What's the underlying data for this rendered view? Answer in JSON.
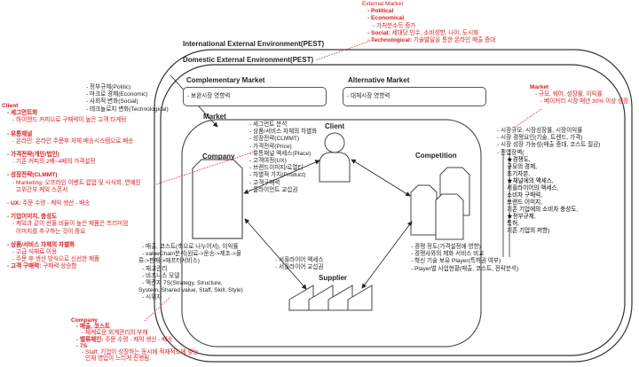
{
  "external_market": {
    "title": "External Market",
    "items": [
      {
        "label": "- Political",
        "text": ""
      },
      {
        "label": "- Economical",
        "text": ""
      },
      {
        "label": "",
        "text": "- 가처분소득 증가",
        "sub": true
      },
      {
        "label": "- Social:",
        "text": " 세대당 인수, 소비성향, 나이, 도시화"
      },
      {
        "label": "- Technological:",
        "text": " 기술발달을 통한 온라인 매출 증대"
      }
    ]
  },
  "environment": {
    "international": "International External Environment(PEST)",
    "domestic": "Domestic External Environment(PEST)",
    "pest_list": [
      "- 정부규제(Politic)",
      "- 마크로 경제(Economic)",
      "- 사회적 변화(Social)",
      "- 테크놀로지 변화(Technological)"
    ]
  },
  "complementary": {
    "title": "Complementary Market",
    "text": "- 보완시장 영향력"
  },
  "alternative": {
    "title": "Alternative Market",
    "text": "- 대체시장 영향력"
  },
  "market": {
    "title": "Market",
    "nodes": {
      "company": "Company",
      "client": "Client",
      "competition": "Competition",
      "supplier": "Supplier"
    },
    "client_factors": [
      "- 세그먼트 분석",
      "- 상품/서비스 자체의 차별화",
      "- 성장전략(CLMMT)",
      "- 가격전략(Price)",
      "- 유통채널 액세스(Place)",
      "- 고객여정(UX)",
      "- 브랜드이미지/로열티",
      "- 차별적 가치(Product)",
      "- 고객구매력",
      "- 클라이언트 교섭권"
    ],
    "company_factors": [
      "- 매출, 코스트(축으로 나누어서), 이익률",
      "- valueChain분석(원료->운송->제조->물",
      "류->판매->애프터서비스)",
      "- 재고관리",
      "- 비즈니스 모델",
      "- 맥킨지 7S(Strategy, Structure,",
      "System, Shared value, Staff, Skill, Style)",
      "- 시위자"
    ],
    "supplier_factors": [
      "- 서플라이어 액세스",
      "- 서플라이어 교섭권"
    ],
    "competition_factors": [
      "- 경쟁 정도(가격설정에 영향)",
      "- 경쟁사와의 제화 서비스 비교",
      "- 혁신 기술 보유 Player(특허권 여부)",
      "- Player별 사업현황(매출, 코스트, 전략분석)"
    ]
  },
  "market_metrics": {
    "list": [
      "- 시장규모, 시장성장률, 시장이익률",
      "- 시장 경쟁요인(기술, 트렌드, 가격)",
      "- 시장 성장 가능성(매출 증대, 코스트 절감)",
      "- 진입장벽("
    ],
    "barriers": [
      "★경쟁도,",
      "규모의 경제,",
      "초기자본,",
      "★채널에의 액세스,",
      "서플라이어의 액세스,",
      "소비자 구매력,",
      "브랜드 이미지,",
      "기존 기업에의 소비자 충성도,",
      "★정부규제,",
      "특허,",
      "기존 기업의 저항)"
    ]
  },
  "market_note": {
    "title": "Market",
    "items": [
      "- 규모, 쉐어, 성장률, 이익률",
      "- 베이커리 시장 매년 30% 이상 성장"
    ]
  },
  "client_note": {
    "title": "Client",
    "groups": [
      {
        "head": "- 세그먼트화",
        "lines": [
          "- 하이엔드 커피으로 구매력이 높은 고객 타게팅"
        ]
      },
      {
        "head": "- 유통채널",
        "lines": [
          "- 온라인: 온라인 주문후 자체 배송시스템으로 배송"
        ]
      },
      {
        "head": "- 가격전략(개인/법인)",
        "lines": [
          "- 기존 커피의 2배~4배의 가격설정"
        ]
      },
      {
        "head": "- 성장전략(CLMMT)",
        "lines": [
          "- Marketing: 오프라인 이벤트 팝업 및 시식회, 연예인",
          "  고위간부 케잌 스폰서"
        ]
      },
      {
        "head": "- UX:",
        "inline": " 주문 수령 - 케익 생산 - 배송",
        "lines": []
      },
      {
        "head": "- 기업이미지, 충성도",
        "lines": [
          "- 케잌과 같이 선물 비율이 높은 제품은 프리미엄",
          "  이미지를 추구하는 것이 중요"
        ]
      },
      {
        "head": "- 상품/서비스 자체의 차별화",
        "lines": [
          "- 고급 식재료 이용",
          "- 주문 후 생산 방식으로 신선한 제품"
        ]
      },
      {
        "head": "- 고객 구매력:",
        "inline": " 구매력 상승함",
        "lines": [],
        "tight": true
      }
    ]
  },
  "company_note": {
    "title": "Company",
    "items": [
      {
        "head": "- 매출, 코스트",
        "lines": [
          "- 체계로운 회계관리의 부재"
        ]
      },
      {
        "head": "- 벨류체인:",
        "inline": " 주문 수령 - 케익 생산 - 배송",
        "lines": []
      },
      {
        "head": "- 7S",
        "lines": [
          "- Staff: 기업이 성장하는 동시에 적재적소에 맞는",
          "  인재 영입이 느리게 진행됨."
        ]
      }
    ]
  },
  "colors": {
    "annotation": "#e8161c",
    "line": "#333333"
  }
}
